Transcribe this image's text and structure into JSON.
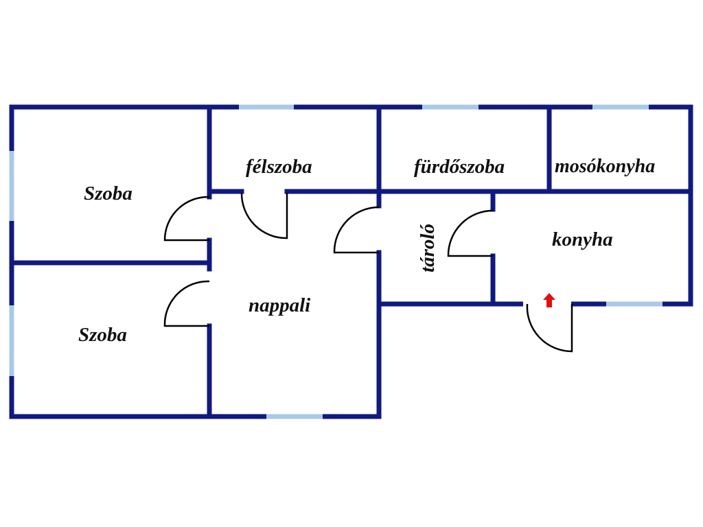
{
  "rooms": {
    "szoba_1": "Szoba",
    "szoba_2": "Szoba",
    "felszoba": "félszoba",
    "furdoszoba": "fürdőszoba",
    "mosokonyha": "mosókonyha",
    "nappali": "nappali",
    "tarolo": "tároló",
    "konyha": "konyha"
  },
  "colors": {
    "wall": "#101a7e",
    "window": "#a9c9e6",
    "entrance_arrow": "#e01010"
  }
}
